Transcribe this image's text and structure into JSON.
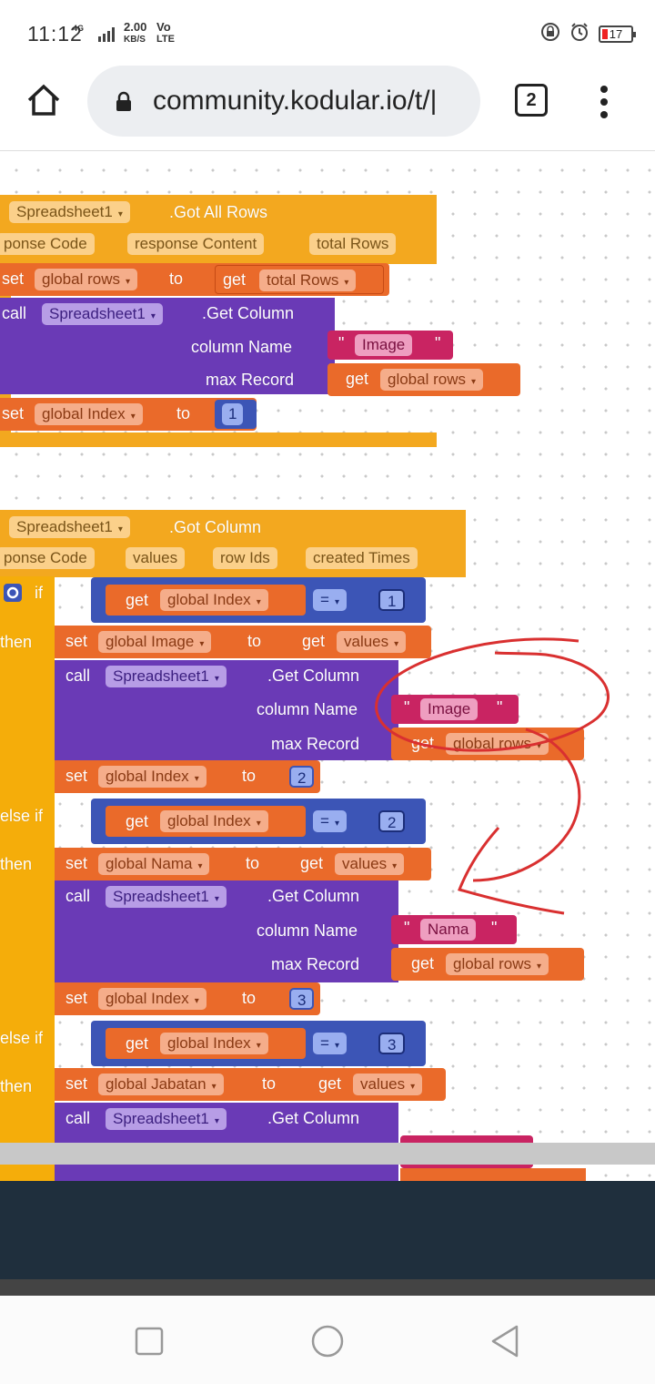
{
  "status": {
    "time": "11:12",
    "network": "4G",
    "speed": "2.00",
    "speed_unit": "KB/S",
    "volte": "Vo",
    "lte": "LTE",
    "battery": "17"
  },
  "browser": {
    "url": "community.kodular.io/t/|",
    "tab_count": "2"
  },
  "blocks": {
    "event1": {
      "component": "Spreadsheet1",
      "event": ".Got All Rows",
      "params": [
        "ponse Code",
        "response Content",
        "total Rows"
      ],
      "set1": {
        "set": "set",
        "var": "global rows",
        "to": "to",
        "get": "get",
        "value": "total Rows"
      },
      "call": {
        "call": "call",
        "component": "Spreadsheet1",
        "method": ".Get Column",
        "col_label": "column Name",
        "col_value": "Image",
        "max_label": "max Record",
        "max_get": "get",
        "max_value": "global rows"
      },
      "set2": {
        "set": "set",
        "var": "global Index",
        "to": "to",
        "value": "1"
      }
    },
    "event2": {
      "component": "Spreadsheet1",
      "event": ".Got Column",
      "params": [
        "ponse Code",
        "values",
        "row Ids",
        "created Times"
      ],
      "if_label": "if",
      "then_label": "then",
      "elseif_label": "else if",
      "cond1": {
        "get": "get",
        "var": "global Index",
        "op": "=",
        "value": "1"
      },
      "then1": {
        "set": "set",
        "var": "global Image",
        "to": "to",
        "get": "get",
        "value": "values",
        "call": "call",
        "component": "Spreadsheet1",
        "method": ".Get Column",
        "col_label": "column Name",
        "col_value": "Image",
        "max_label": "max Record",
        "max_get": "get",
        "max_value": "global rows",
        "set2": "set",
        "var2": "global Index",
        "to2": "to",
        "value2": "2"
      },
      "cond2": {
        "get": "get",
        "var": "global Index",
        "op": "=",
        "value": "2"
      },
      "then2": {
        "set": "set",
        "var": "global Nama",
        "to": "to",
        "get": "get",
        "value": "values",
        "call": "call",
        "component": "Spreadsheet1",
        "method": ".Get Column",
        "col_label": "column Name",
        "col_value": "Nama",
        "max_label": "max Record",
        "max_get": "get",
        "max_value": "global rows",
        "set2": "set",
        "var2": "global Index",
        "to2": "to",
        "value2": "3"
      },
      "cond3": {
        "get": "get",
        "var": "global Index",
        "op": "=",
        "value": "3"
      },
      "then3": {
        "set": "set",
        "var": "global Jabatan",
        "to": "to",
        "get": "get",
        "value": "values",
        "call": "call",
        "component": "Spreadsheet1",
        "method": ".Get Column"
      }
    }
  },
  "colors": {
    "event": "#f3a81f",
    "control": "#f5ad0a",
    "variable": "#ea6a2a",
    "component_call": "#6a3ab6",
    "text": "#c92462",
    "math": "#3c55b6",
    "annotation": "#d93030"
  },
  "icons": [
    "home-icon",
    "lock-icon",
    "tabs-icon",
    "overflow-menu-icon",
    "recents-nav-icon",
    "home-nav-icon",
    "back-nav-icon",
    "gear-icon"
  ]
}
